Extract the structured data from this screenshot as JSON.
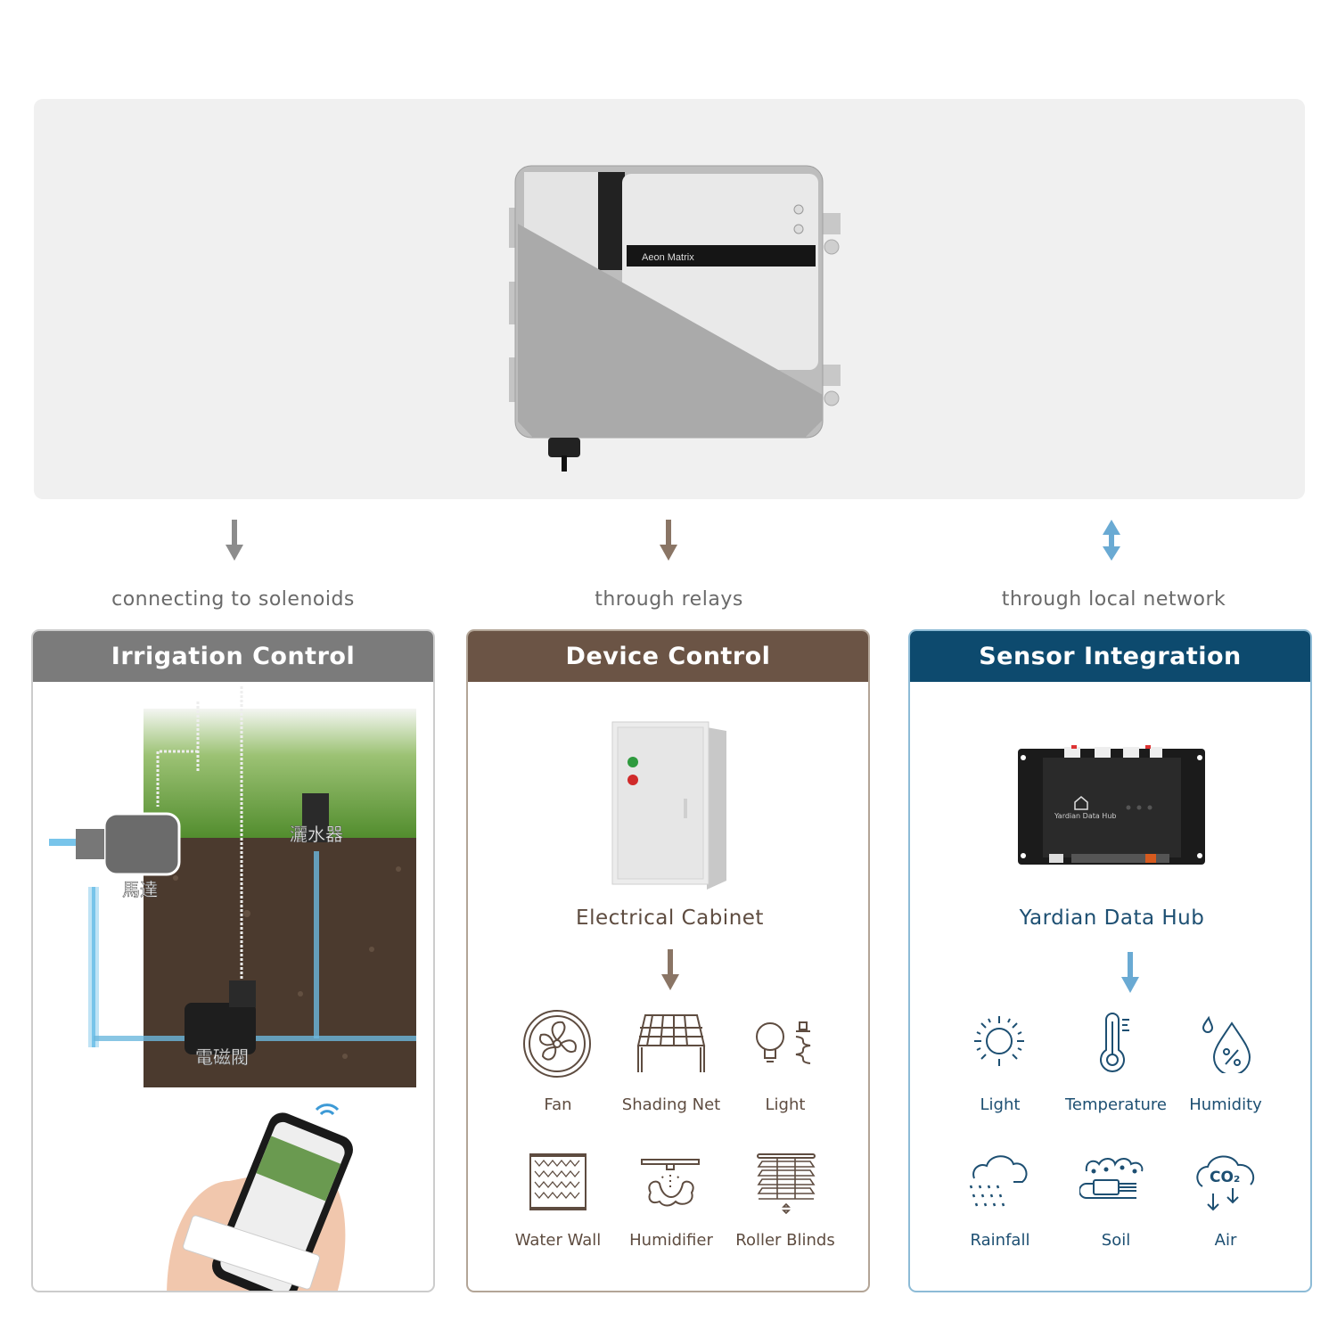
{
  "hero": {
    "device_brand": "Aeon Matrix"
  },
  "connections": [
    {
      "caption": "connecting to solenoids",
      "arrow": "down-arrow",
      "color": "#8c8c8c"
    },
    {
      "caption": "through relays",
      "arrow": "down-arrow",
      "color": "#8a7565"
    },
    {
      "caption": "through local network",
      "arrow": "bidirectional-arrow",
      "color": "#6aaad3"
    }
  ],
  "panels": {
    "irrigation": {
      "title": "Irrigation Control",
      "header_color": "#7b7b7b",
      "labels": {
        "motor": "馬達",
        "sprinkler": "灑水器",
        "solenoid_valve": "電磁閥"
      }
    },
    "device": {
      "title": "Device Control",
      "header_color": "#6b5445",
      "hub_name": "Electrical Cabinet",
      "items": [
        {
          "label": "Fan",
          "icon": "fan-icon"
        },
        {
          "label": "Shading Net",
          "icon": "shading-net-icon"
        },
        {
          "label": "Light",
          "icon": "light-bulb-icon"
        },
        {
          "label": "Water Wall",
          "icon": "water-wall-icon"
        },
        {
          "label": "Humidifier",
          "icon": "humidifier-icon"
        },
        {
          "label": "Roller Blinds",
          "icon": "roller-blinds-icon"
        }
      ]
    },
    "sensor": {
      "title": "Sensor Integration",
      "header_color": "#0d4a6e",
      "hub_name": "Yardian Data Hub",
      "hub_device_label": "Yardian Data Hub",
      "items": [
        {
          "label": "Light",
          "icon": "sun-icon"
        },
        {
          "label": "Temperature",
          "icon": "thermometer-icon"
        },
        {
          "label": "Humidity",
          "icon": "humidity-drop-icon"
        },
        {
          "label": "Rainfall",
          "icon": "rain-cloud-icon"
        },
        {
          "label": "Soil",
          "icon": "soil-sensor-icon"
        },
        {
          "label": "Air",
          "icon": "co2-cloud-icon"
        }
      ],
      "co2_label": "CO₂"
    }
  }
}
